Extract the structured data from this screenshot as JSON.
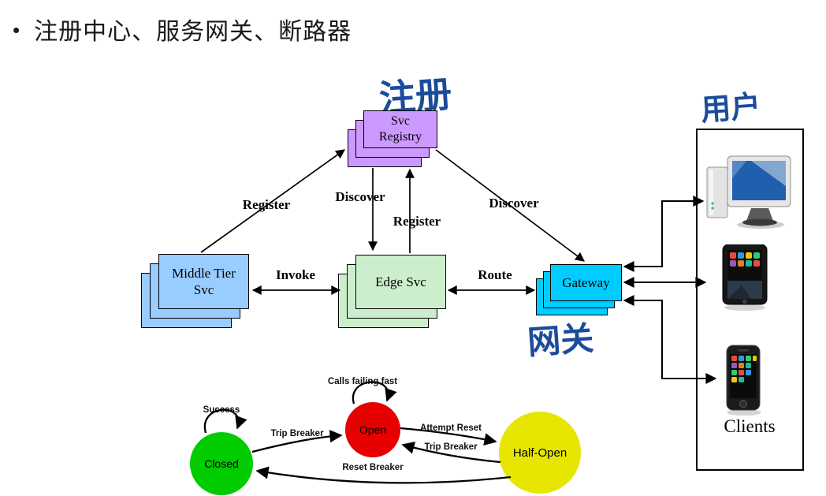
{
  "title": {
    "bullet": "•",
    "text": "注册中心、服务网关、断路器"
  },
  "handwritten_annotations": {
    "ink_color": "#1B4C9C",
    "above_registry": "注册",
    "below_gateway": "网关",
    "above_clients": "用户"
  },
  "architecture_diagram": {
    "nodes": {
      "registry": {
        "label": "Svc\nRegistry",
        "color": "#CC99FF"
      },
      "middle_tier": {
        "label": "Middle Tier\nSvc",
        "color": "#99CCFF"
      },
      "edge_svc": {
        "label": "Edge Svc",
        "color": "#CCEECC"
      },
      "gateway": {
        "label": "Gateway",
        "color": "#00CCFF"
      }
    },
    "edge_labels": {
      "register_middle_to_registry": "Register",
      "discover_registry_to_edge": "Discover",
      "register_edge_to_registry": "Register",
      "discover_registry_to_gateway": "Discover",
      "invoke_middle_edge": "Invoke",
      "route_edge_gateway": "Route"
    },
    "clients": {
      "label": "Clients",
      "devices": [
        "desktop-computer",
        "tablet",
        "smartphone"
      ]
    }
  },
  "circuit_breaker_state_machine": {
    "states": {
      "closed": {
        "label": "Closed",
        "color": "#00CC00"
      },
      "open": {
        "label": "Open",
        "color": "#E60000"
      },
      "half_open": {
        "label": "Half-Open",
        "color": "#E6E600"
      }
    },
    "transitions": {
      "success_self_loop": "Success",
      "calls_failing_fast_self_loop": "Calls failing fast",
      "closed_to_open": "Trip Breaker",
      "open_to_half_open": "Attempt Reset",
      "half_open_to_open": "Trip Breaker",
      "half_open_to_closed": "Reset Breaker"
    }
  }
}
